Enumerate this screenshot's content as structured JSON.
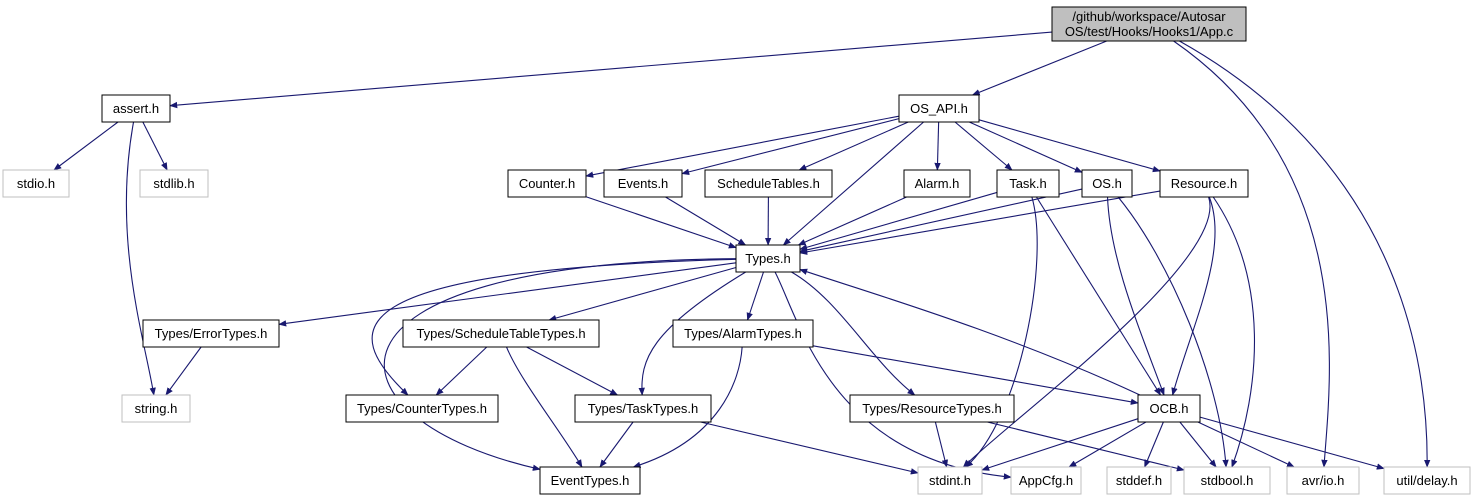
{
  "colors": {
    "edge": "#191970",
    "root_fill": "#bfbfbf",
    "node_border": "#000000",
    "system_border": "#bfbfbf",
    "background": "#ffffff"
  },
  "nodes": [
    {
      "id": "app_c",
      "lines": [
        "/github/workspace/Autosar",
        "OS/test/Hooks/Hooks1/App.c"
      ],
      "kind": "root"
    },
    {
      "id": "assert_h",
      "lines": [
        "assert.h"
      ],
      "kind": "header"
    },
    {
      "id": "os_api_h",
      "lines": [
        "OS_API.h"
      ],
      "kind": "header"
    },
    {
      "id": "stdio_h",
      "lines": [
        "stdio.h"
      ],
      "kind": "system"
    },
    {
      "id": "stdlib_h",
      "lines": [
        "stdlib.h"
      ],
      "kind": "system"
    },
    {
      "id": "counter_h",
      "lines": [
        "Counter.h"
      ],
      "kind": "header"
    },
    {
      "id": "events_h",
      "lines": [
        "Events.h"
      ],
      "kind": "header"
    },
    {
      "id": "scheduletables_h",
      "lines": [
        "ScheduleTables.h"
      ],
      "kind": "header"
    },
    {
      "id": "alarm_h",
      "lines": [
        "Alarm.h"
      ],
      "kind": "header"
    },
    {
      "id": "task_h",
      "lines": [
        "Task.h"
      ],
      "kind": "header"
    },
    {
      "id": "os_h",
      "lines": [
        "OS.h"
      ],
      "kind": "header"
    },
    {
      "id": "resource_h",
      "lines": [
        "Resource.h"
      ],
      "kind": "header"
    },
    {
      "id": "types_h",
      "lines": [
        "Types.h"
      ],
      "kind": "header"
    },
    {
      "id": "errortypes_h",
      "lines": [
        "Types/ErrorTypes.h"
      ],
      "kind": "header"
    },
    {
      "id": "scheduletabletypes_h",
      "lines": [
        "Types/ScheduleTableTypes.h"
      ],
      "kind": "header"
    },
    {
      "id": "alarmtypes_h",
      "lines": [
        "Types/AlarmTypes.h"
      ],
      "kind": "header"
    },
    {
      "id": "string_h",
      "lines": [
        "string.h"
      ],
      "kind": "system"
    },
    {
      "id": "countertypes_h",
      "lines": [
        "Types/CounterTypes.h"
      ],
      "kind": "header"
    },
    {
      "id": "tasktypes_h",
      "lines": [
        "Types/TaskTypes.h"
      ],
      "kind": "header"
    },
    {
      "id": "resourcetypes_h",
      "lines": [
        "Types/ResourceTypes.h"
      ],
      "kind": "header"
    },
    {
      "id": "ocb_h",
      "lines": [
        "OCB.h"
      ],
      "kind": "header"
    },
    {
      "id": "eventtypes_h",
      "lines": [
        "EventTypes.h"
      ],
      "kind": "header"
    },
    {
      "id": "stdint_h",
      "lines": [
        "stdint.h"
      ],
      "kind": "system"
    },
    {
      "id": "appcfg_h",
      "lines": [
        "AppCfg.h"
      ],
      "kind": "system"
    },
    {
      "id": "stddef_h",
      "lines": [
        "stddef.h"
      ],
      "kind": "system"
    },
    {
      "id": "stdbool_h",
      "lines": [
        "stdbool.h"
      ],
      "kind": "system"
    },
    {
      "id": "avr_io_h",
      "lines": [
        "avr/io.h"
      ],
      "kind": "system"
    },
    {
      "id": "util_delay_h",
      "lines": [
        "util/delay.h"
      ],
      "kind": "system"
    }
  ],
  "edges": [
    [
      "app_c",
      "assert_h"
    ],
    [
      "app_c",
      "os_api_h"
    ],
    [
      "app_c",
      "avr_io_h"
    ],
    [
      "app_c",
      "util_delay_h"
    ],
    [
      "assert_h",
      "stdio_h"
    ],
    [
      "assert_h",
      "stdlib_h"
    ],
    [
      "assert_h",
      "string_h"
    ],
    [
      "os_api_h",
      "counter_h"
    ],
    [
      "os_api_h",
      "events_h"
    ],
    [
      "os_api_h",
      "scheduletables_h"
    ],
    [
      "os_api_h",
      "alarm_h"
    ],
    [
      "os_api_h",
      "task_h"
    ],
    [
      "os_api_h",
      "os_h"
    ],
    [
      "os_api_h",
      "resource_h"
    ],
    [
      "os_api_h",
      "types_h"
    ],
    [
      "counter_h",
      "types_h"
    ],
    [
      "events_h",
      "types_h"
    ],
    [
      "scheduletables_h",
      "types_h"
    ],
    [
      "alarm_h",
      "types_h"
    ],
    [
      "task_h",
      "types_h"
    ],
    [
      "task_h",
      "ocb_h"
    ],
    [
      "task_h",
      "stdint_h"
    ],
    [
      "os_h",
      "types_h"
    ],
    [
      "os_h",
      "ocb_h"
    ],
    [
      "os_h",
      "stdbool_h"
    ],
    [
      "resource_h",
      "types_h"
    ],
    [
      "resource_h",
      "ocb_h"
    ],
    [
      "resource_h",
      "stdint_h"
    ],
    [
      "resource_h",
      "stdbool_h"
    ],
    [
      "types_h",
      "errortypes_h"
    ],
    [
      "types_h",
      "scheduletabletypes_h"
    ],
    [
      "types_h",
      "alarmtypes_h"
    ],
    [
      "types_h",
      "countertypes_h"
    ],
    [
      "types_h",
      "tasktypes_h"
    ],
    [
      "types_h",
      "resourcetypes_h"
    ],
    [
      "types_h",
      "eventtypes_h"
    ],
    [
      "types_h",
      "appcfg_h"
    ],
    [
      "errortypes_h",
      "string_h"
    ],
    [
      "scheduletabletypes_h",
      "countertypes_h"
    ],
    [
      "scheduletabletypes_h",
      "tasktypes_h"
    ],
    [
      "scheduletabletypes_h",
      "eventtypes_h"
    ],
    [
      "alarmtypes_h",
      "ocb_h"
    ],
    [
      "alarmtypes_h",
      "eventtypes_h"
    ],
    [
      "tasktypes_h",
      "eventtypes_h"
    ],
    [
      "tasktypes_h",
      "stdint_h"
    ],
    [
      "resourcetypes_h",
      "stdint_h"
    ],
    [
      "resourcetypes_h",
      "stdbool_h"
    ],
    [
      "ocb_h",
      "types_h"
    ],
    [
      "ocb_h",
      "stdint_h"
    ],
    [
      "ocb_h",
      "appcfg_h"
    ],
    [
      "ocb_h",
      "stddef_h"
    ],
    [
      "ocb_h",
      "stdbool_h"
    ],
    [
      "ocb_h",
      "avr_io_h"
    ],
    [
      "ocb_h",
      "util_delay_h"
    ]
  ]
}
